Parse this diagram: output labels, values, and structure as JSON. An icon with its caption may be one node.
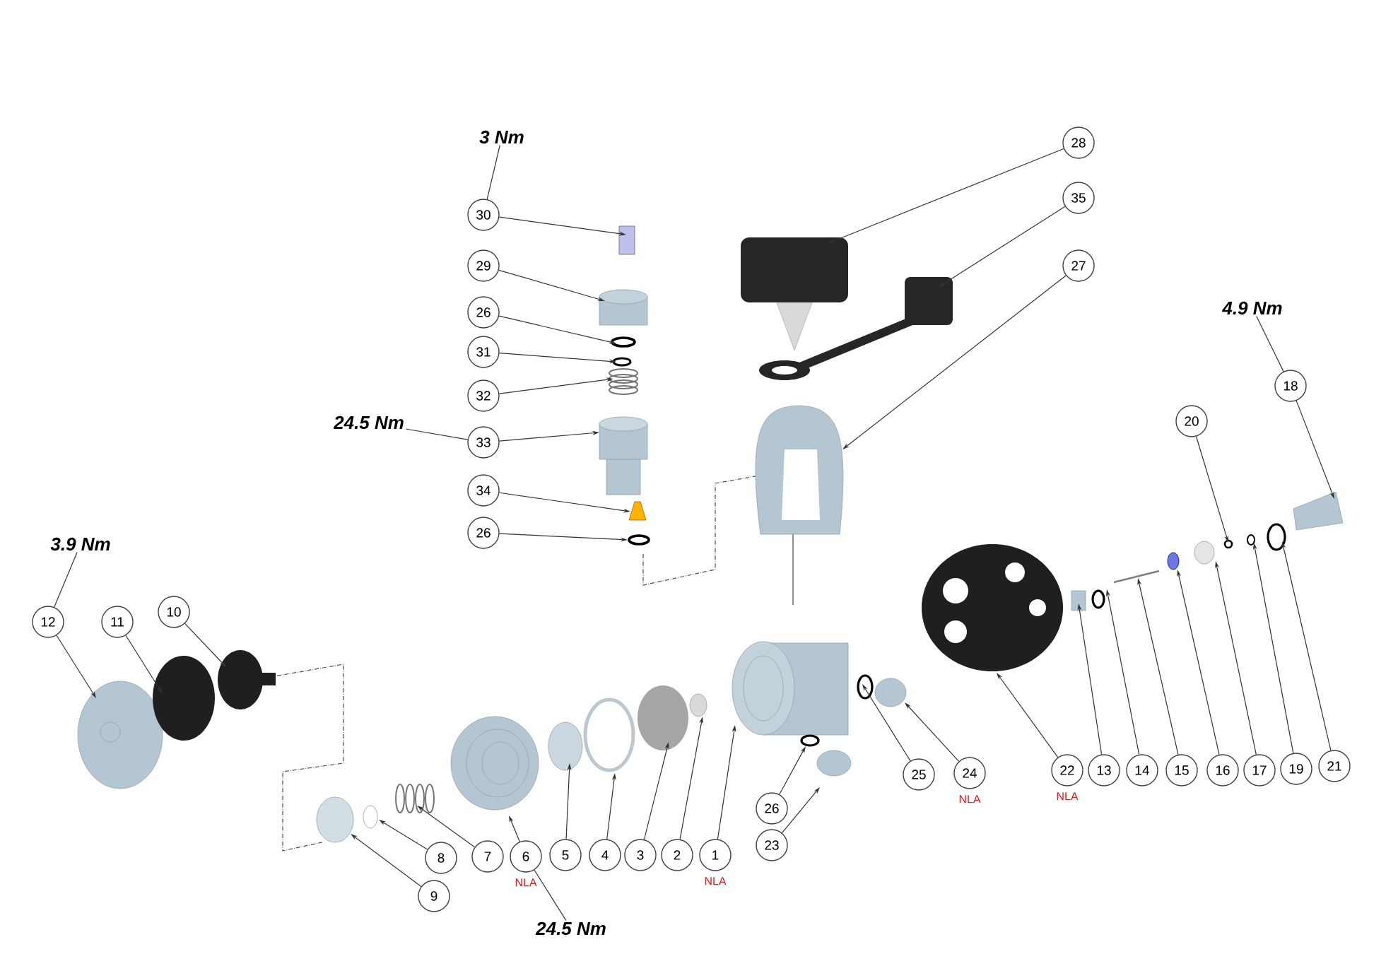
{
  "diagram": {
    "nodes": [
      {
        "text": [
          "3 Nm"
        ]
      },
      {
        "text": [
          "30"
        ]
      },
      {
        "text": [
          "29"
        ]
      },
      {
        "text": [
          "26"
        ]
      },
      {
        "text": [
          "31"
        ]
      },
      {
        "text": [
          "32"
        ]
      },
      {
        "text": [
          "24.5 Nm"
        ]
      },
      {
        "text": [
          "33"
        ]
      },
      {
        "text": [
          "34"
        ]
      },
      {
        "text": [
          "26"
        ]
      },
      {
        "text": [
          "28"
        ]
      },
      {
        "text": [
          "35"
        ]
      },
      {
        "text": [
          "27"
        ]
      },
      {
        "text": [
          "4.9 Nm"
        ]
      },
      {
        "text": [
          "18"
        ]
      },
      {
        "text": [
          "20"
        ]
      },
      {
        "text": [
          "3.9 Nm"
        ]
      },
      {
        "text": [
          "12"
        ]
      },
      {
        "text": [
          "11"
        ]
      },
      {
        "text": [
          "10"
        ]
      },
      {
        "text": [
          "22"
        ],
        "beside": [
          "NLA"
        ]
      },
      {
        "text": [
          "13"
        ]
      },
      {
        "text": [
          "14"
        ]
      },
      {
        "text": [
          "15"
        ]
      },
      {
        "text": [
          "16"
        ]
      },
      {
        "text": [
          "17"
        ]
      },
      {
        "text": [
          "19"
        ]
      },
      {
        "text": [
          "21"
        ]
      },
      {
        "text": [
          "25"
        ]
      },
      {
        "text": [
          "24"
        ],
        "beside": [
          "NLA"
        ]
      },
      {
        "text": [
          "26"
        ]
      },
      {
        "text": [
          "23"
        ]
      },
      {
        "text": [
          "8"
        ]
      },
      {
        "text": [
          "7"
        ]
      },
      {
        "text": [
          "6"
        ],
        "beside": [
          "NLA"
        ]
      },
      {
        "text": [
          "5"
        ]
      },
      {
        "text": [
          "4"
        ]
      },
      {
        "text": [
          "3"
        ]
      },
      {
        "text": [
          "2"
        ]
      },
      {
        "text": [
          "1"
        ],
        "beside": [
          "NLA"
        ]
      },
      {
        "text": [
          "9"
        ]
      },
      {
        "text": [
          "24.5 Nm"
        ]
      }
    ],
    "edges": [
      {
        "from": 0,
        "to": 1,
        "arrow": "none"
      },
      {
        "from": 6,
        "to": 7,
        "arrow": "none"
      },
      {
        "from": 13,
        "to": 14,
        "arrow": "none"
      },
      {
        "from": 16,
        "to": 17,
        "arrow": "none"
      },
      {
        "from": 41,
        "to": 34,
        "arrow": "none"
      },
      {
        "from": 1,
        "to": null,
        "arrow": "to"
      },
      {
        "from": 2,
        "to": null,
        "arrow": "to"
      },
      {
        "from": 3,
        "to": null,
        "arrow": "to"
      },
      {
        "from": 4,
        "to": null,
        "arrow": "to"
      },
      {
        "from": 5,
        "to": null,
        "arrow": "to"
      },
      {
        "from": 7,
        "to": null,
        "arrow": "to"
      },
      {
        "from": 8,
        "to": null,
        "arrow": "to"
      },
      {
        "from": 9,
        "to": null,
        "arrow": "to"
      },
      {
        "from": 10,
        "to": null,
        "arrow": "to"
      },
      {
        "from": 11,
        "to": null,
        "arrow": "to"
      },
      {
        "from": 12,
        "to": null,
        "arrow": "to"
      },
      {
        "from": 14,
        "to": null,
        "arrow": "to"
      },
      {
        "from": 15,
        "to": null,
        "arrow": "to"
      },
      {
        "from": 17,
        "to": null,
        "arrow": "to"
      },
      {
        "from": 18,
        "to": null,
        "arrow": "to"
      },
      {
        "from": 19,
        "to": null,
        "arrow": "to"
      },
      {
        "from": 20,
        "to": null,
        "arrow": "to"
      },
      {
        "from": 21,
        "to": null,
        "arrow": "to"
      },
      {
        "from": 22,
        "to": null,
        "arrow": "to"
      },
      {
        "from": 23,
        "to": null,
        "arrow": "to"
      },
      {
        "from": 24,
        "to": null,
        "arrow": "to"
      },
      {
        "from": 25,
        "to": null,
        "arrow": "to"
      },
      {
        "from": 26,
        "to": null,
        "arrow": "to"
      },
      {
        "from": 27,
        "to": null,
        "arrow": "to"
      },
      {
        "from": 28,
        "to": null,
        "arrow": "to"
      },
      {
        "from": 29,
        "to": null,
        "arrow": "to"
      },
      {
        "from": 30,
        "to": null,
        "arrow": "to"
      },
      {
        "from": 31,
        "to": null,
        "arrow": "to"
      },
      {
        "from": 32,
        "to": null,
        "arrow": "to"
      },
      {
        "from": 33,
        "to": null,
        "arrow": "to"
      },
      {
        "from": 34,
        "to": null,
        "arrow": "to"
      },
      {
        "from": 35,
        "to": null,
        "arrow": "to"
      },
      {
        "from": 36,
        "to": null,
        "arrow": "to"
      },
      {
        "from": 37,
        "to": null,
        "arrow": "to"
      },
      {
        "from": 38,
        "to": null,
        "arrow": "to"
      },
      {
        "from": 39,
        "to": null,
        "arrow": "to"
      },
      {
        "from": 40,
        "to": null,
        "arrow": "to"
      }
    ]
  }
}
